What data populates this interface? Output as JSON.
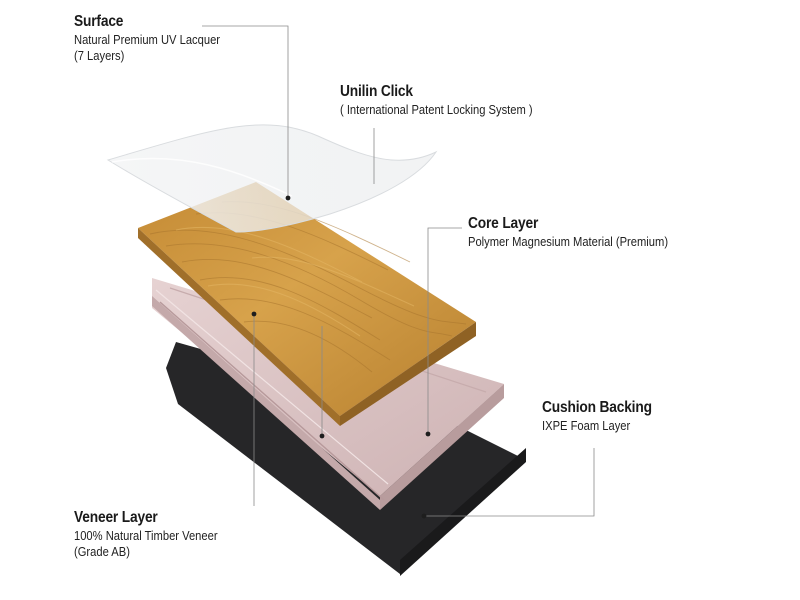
{
  "callouts": {
    "surface": {
      "title": "Surface",
      "line1": "Natural Premium UV Lacquer",
      "line2": "(7 Layers)"
    },
    "unilin": {
      "title": "Unilin Click",
      "line1": "( International Patent Locking System )"
    },
    "core": {
      "title": "Core Layer",
      "line1": "Polymer Magnesium Material (Premium)"
    },
    "cushion": {
      "title": "Cushion Backing",
      "line1": "IXPE Foam Layer"
    },
    "veneer": {
      "title": "Veneer Layer",
      "line1": "100% Natural Timber Veneer",
      "line2": "(Grade AB)"
    }
  },
  "colors": {
    "wood": "#c9913a",
    "core": "#d9c3c4",
    "backing": "#2d2d2f",
    "leader": "#8a8a8a"
  }
}
